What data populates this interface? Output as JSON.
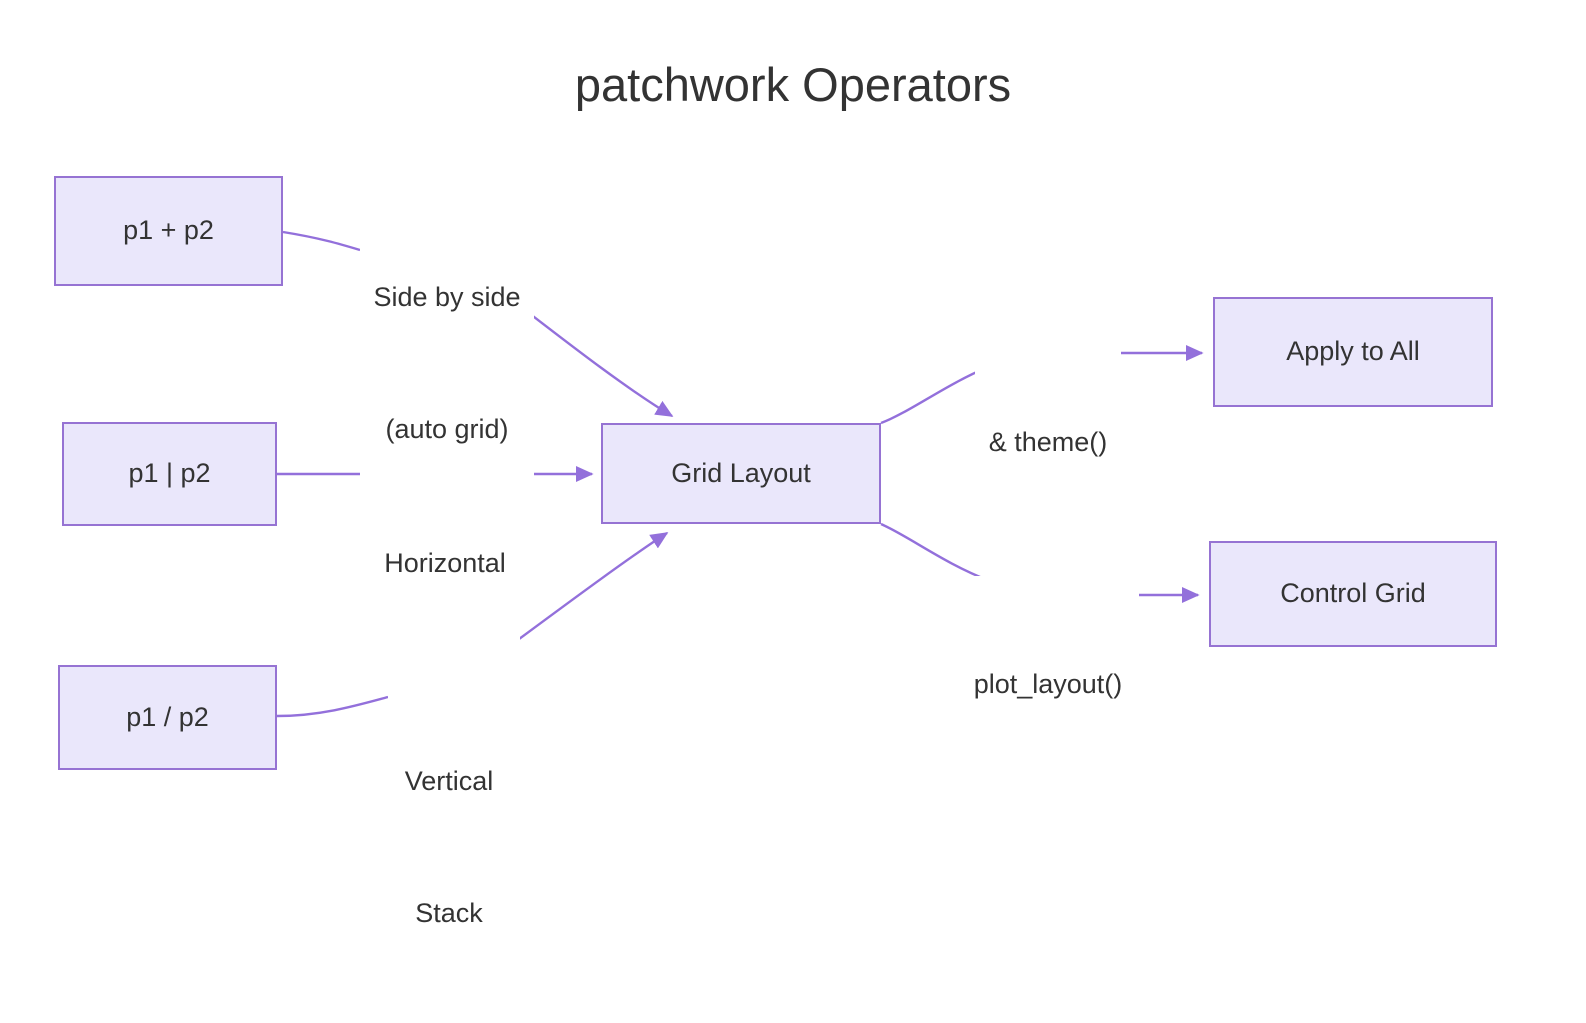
{
  "title": "patchwork Operators",
  "theme": {
    "node_fill": "#eae7fb",
    "node_stroke": "#9673d3",
    "edge_stroke": "#9370db",
    "text_color": "#333333",
    "background": "#ffffff"
  },
  "nodes": {
    "plus": {
      "label": "p1 + p2"
    },
    "pipe": {
      "label": "p1 | p2"
    },
    "slash": {
      "label": "p1 / p2"
    },
    "grid": {
      "label": "Grid Layout"
    },
    "theme_all": {
      "label": "Apply to All"
    },
    "control": {
      "label": "Control Grid"
    }
  },
  "edges": [
    {
      "from": "plus",
      "to": "grid",
      "label_line1": "Side by side",
      "label_line2": "(auto grid)"
    },
    {
      "from": "pipe",
      "to": "grid",
      "label_line1": "Horizontal",
      "label_line2": ""
    },
    {
      "from": "slash",
      "to": "grid",
      "label_line1": "Vertical",
      "label_line2": "Stack"
    },
    {
      "from": "grid",
      "to": "theme_all",
      "label_line1": "& theme()",
      "label_line2": ""
    },
    {
      "from": "grid",
      "to": "control",
      "label_line1": "plot_layout()",
      "label_line2": ""
    }
  ]
}
